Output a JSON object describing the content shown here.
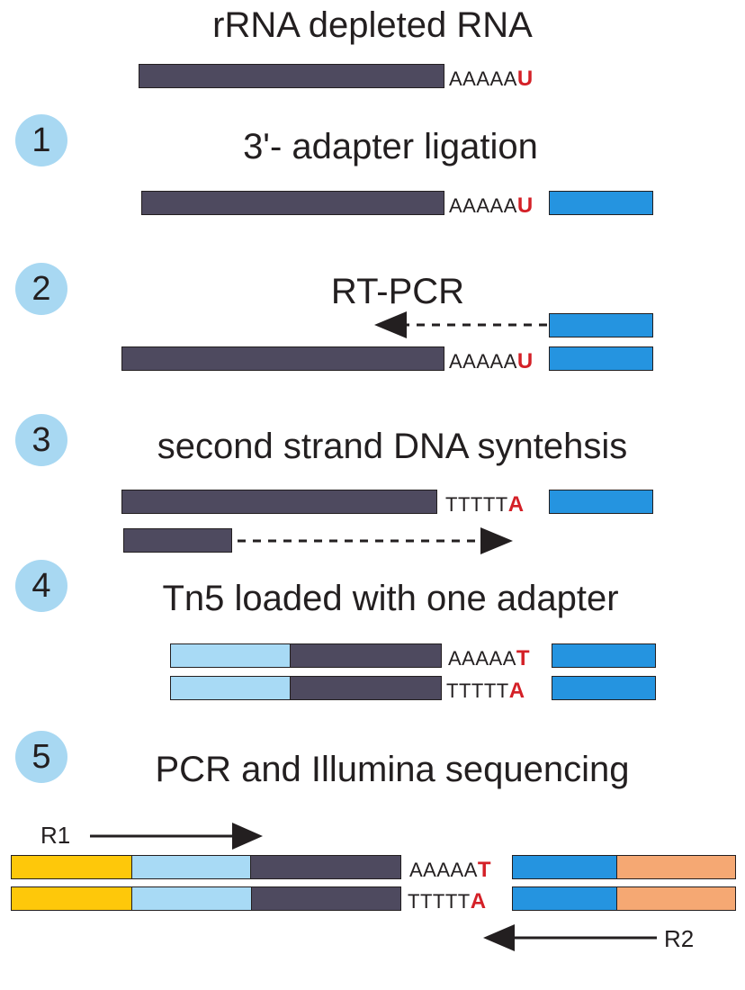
{
  "steps": [
    {
      "title": "rRNA depleted RNA"
    },
    {
      "number": "1",
      "title": "3'- adapter ligation"
    },
    {
      "number": "2",
      "title": "RT-PCR"
    },
    {
      "number": "3",
      "title": "second strand DNA syntehsis"
    },
    {
      "number": "4",
      "title": "Tn5 loaded with one adapter"
    },
    {
      "number": "5",
      "title": "PCR and Illumina sequencing"
    }
  ],
  "sequences": {
    "polyA": "AAAAA",
    "polyT": "TTTTT",
    "u": "U",
    "a": "A",
    "t": "T"
  },
  "primers": {
    "r1": "R1",
    "r2": "R2"
  },
  "colors": {
    "rna": "#4e4a5f",
    "adapter3": "#2594e0",
    "tn5_adapter": "#a8daf5",
    "p5": "#fec80a",
    "p7": "#f5a873",
    "highlight": "#d42027",
    "step_circle": "#a8d8f2"
  }
}
